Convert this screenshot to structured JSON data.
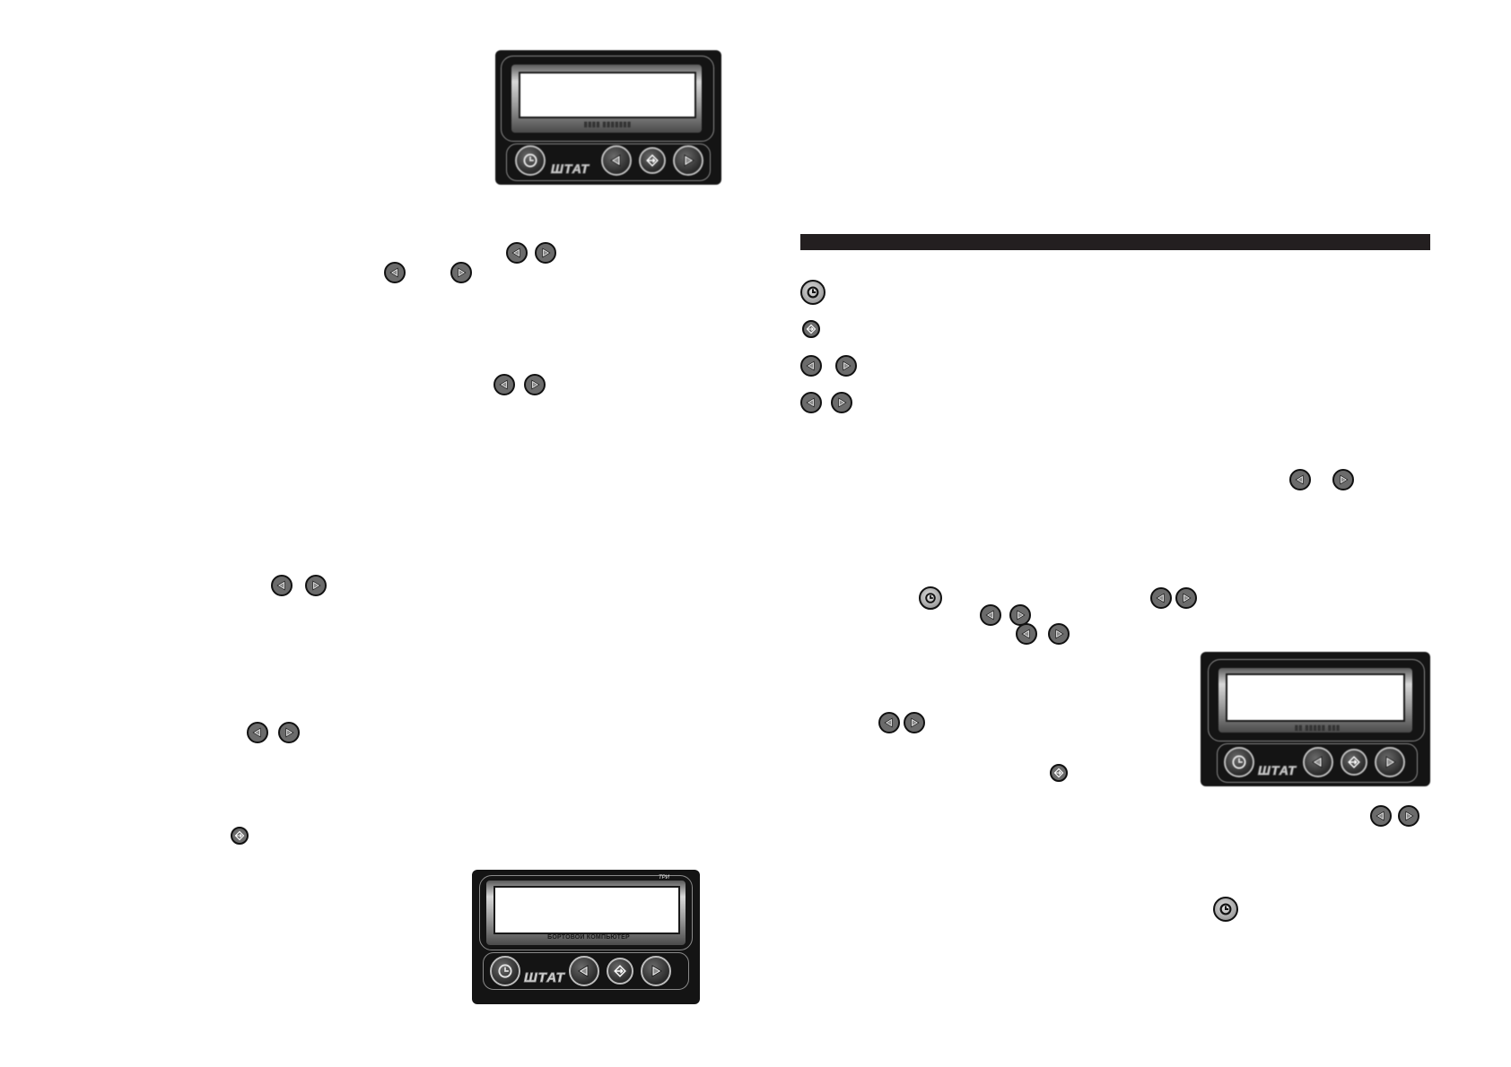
{
  "document": {
    "type": "user manual spread",
    "pages": 2
  },
  "device": {
    "brand_logo": "ШТАТ",
    "caption": "БОРТОВОЙ КОМПЬЮТЕР",
    "corner_label": "ТРИ",
    "buttons": [
      {
        "id": "mode",
        "icon": "clock-icon"
      },
      {
        "id": "left",
        "icon": "arrow-left-icon"
      },
      {
        "id": "enter",
        "icon": "enter-icon"
      },
      {
        "id": "right",
        "icon": "arrow-right-icon"
      }
    ]
  },
  "colors": {
    "background": "#ffffff",
    "device_body": "#141414",
    "header_bar": "#231f20",
    "button_fill": "#6b6b6b",
    "button_outline": "#111111"
  },
  "left_page": {
    "figures": [
      {
        "id": "device-top",
        "caption": "",
        "blurred": true
      },
      {
        "id": "device-bottom",
        "caption": "БОРТОВОЙ КОМПЬЮТЕР",
        "blurred": false
      }
    ]
  },
  "right_page": {
    "section_header": "",
    "legend": [
      {
        "icon": "clock-icon",
        "text": ""
      },
      {
        "icon": "enter-icon",
        "text": ""
      },
      {
        "icon": "arrow-left-icon / arrow-right-icon",
        "text": ""
      },
      {
        "icon": "arrow-left-icon + arrow-right-icon",
        "text": ""
      }
    ],
    "figures": [
      {
        "id": "device-right",
        "caption": "",
        "blurred": true
      }
    ]
  }
}
